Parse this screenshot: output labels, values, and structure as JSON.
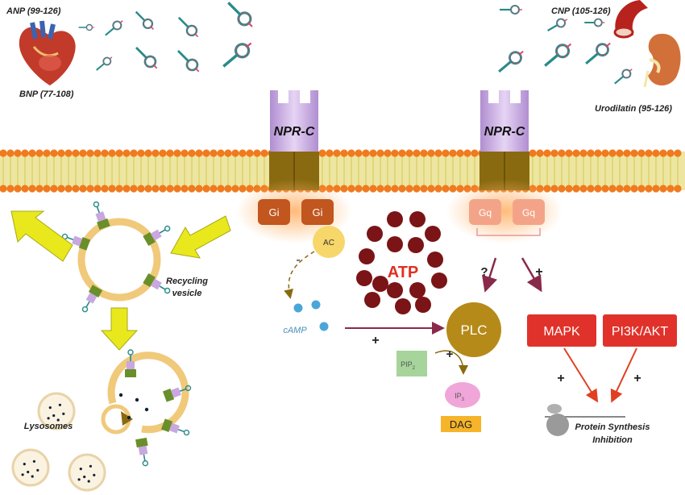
{
  "peptides": {
    "anp": "ANP (99-126)",
    "bnp": "BNP (77-108)",
    "cnp": "CNP (105-126)",
    "urodilatin": "Urodilatin (95-126)"
  },
  "receptors": {
    "left": "NPR-C",
    "right": "NPR-C"
  },
  "g_proteins": {
    "gi_1": "Gi",
    "gi_2": "Gi",
    "gq_1": "Gq",
    "gq_2": "Gq"
  },
  "signaling": {
    "ac": "AC",
    "atp": "ATP",
    "camp": "cAMP",
    "plc": "PLC",
    "pip2": "PIP",
    "pip2_sub": "2",
    "ip3": "IP",
    "ip3_sub": "3",
    "dag": "DAG",
    "mapk": "MAPK",
    "pi3k": "PI3K/AKT",
    "protein_synthesis_1": "Protein Synthesis",
    "protein_synthesis_2": "Inhibition"
  },
  "signs": {
    "ac_minus": "-",
    "camp_plus": "+",
    "question": "?",
    "gq_plus": "+",
    "pip2_plus": "+",
    "mapk_plus": "+",
    "pi3k_plus": "+"
  },
  "vesicle": {
    "recycling_1": "Recycling",
    "recycling_2": "vesicle",
    "lysosomes": "Lysosomes"
  },
  "colors": {
    "membrane_head": "#f07a1e",
    "membrane_tail": "#e8dc78",
    "receptor_top": "#c9a7e0",
    "receptor_body": "#8a6a10",
    "gi": "#c1561e",
    "gq": "#f3a488",
    "atp": "#7a1416",
    "plc": "#b58a18",
    "mapk": "#e0322a",
    "dag": "#f5b429",
    "ip3": "#f0a6d8",
    "pip2": "#a6d49a",
    "arrow_dark": "#8a2a4a",
    "arrow_red": "#e04020",
    "yellow_arrow": "#e8e81c"
  }
}
